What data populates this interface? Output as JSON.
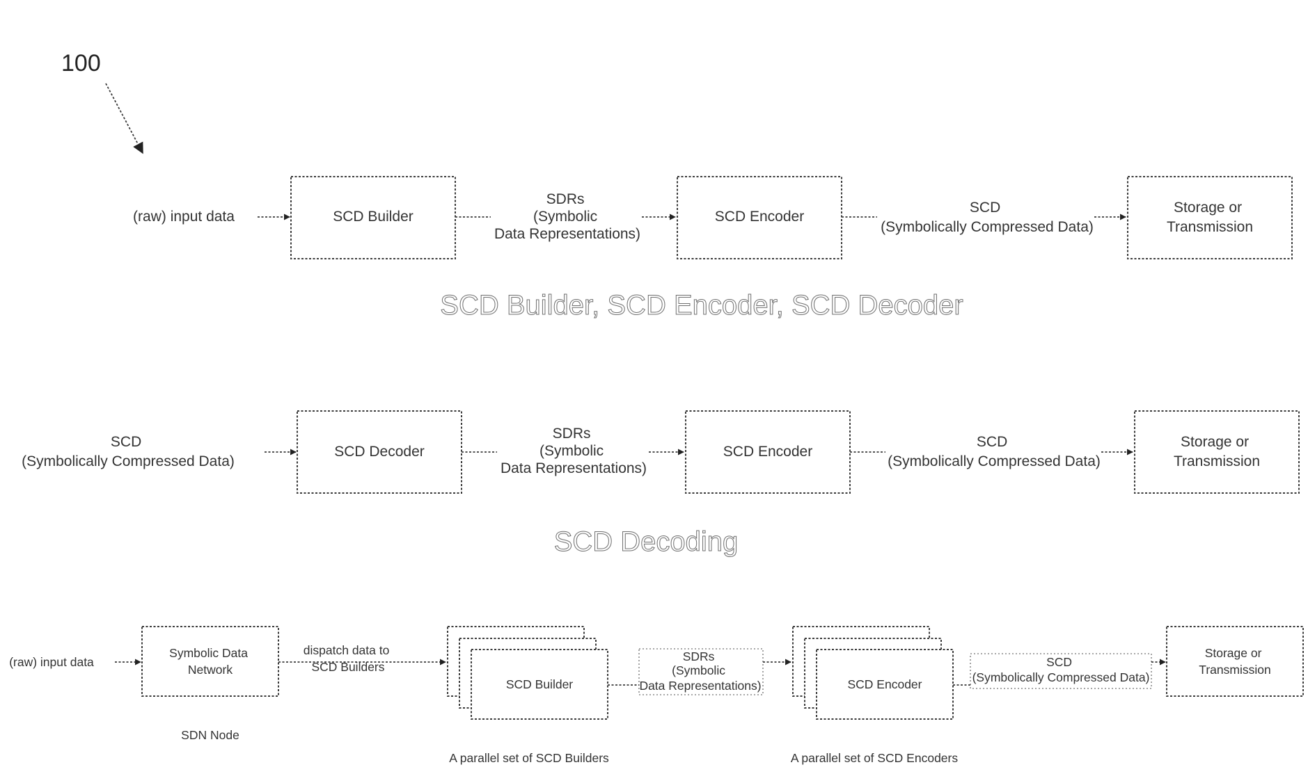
{
  "figure_ref": "100",
  "row1": {
    "input": "(raw) input data",
    "builder": "SCD Builder",
    "sdrs": [
      "SDRs",
      "(Symbolic",
      "Data Representations)"
    ],
    "encoder": "SCD Encoder",
    "scd": [
      "SCD",
      "(Symbolically Compressed Data)"
    ],
    "storage": [
      "Storage or",
      "Transmission"
    ],
    "title": "SCD Builder, SCD Encoder, SCD Decoder"
  },
  "row2": {
    "input": [
      "SCD",
      "(Symbolically Compressed Data)"
    ],
    "decoder": "SCD Decoder",
    "sdrs": [
      "SDRs",
      "(Symbolic",
      "Data Representations)"
    ],
    "encoder": "SCD Encoder",
    "scd": [
      "SCD",
      "(Symbolically Compressed Data)"
    ],
    "storage": [
      "Storage or",
      "Transmission"
    ],
    "title": "SCD Decoding"
  },
  "row3": {
    "input": "(raw) input data",
    "network": [
      "Symbolic Data",
      "Network"
    ],
    "dispatch": [
      "dispatch data to",
      "SCD Builders"
    ],
    "builder": "SCD Builder",
    "sdrs": [
      "SDRs",
      "(Symbolic",
      "Data Representations)"
    ],
    "encoder": "SCD Encoder",
    "scd": [
      "SCD",
      "(Symbolically Compressed Data)"
    ],
    "storage": [
      "Storage or",
      "Transmission"
    ],
    "sdn_caption": "SDN Node",
    "builders_caption": "A parallel set of SCD Builders",
    "encoders_caption": "A parallel set of SCD Encoders"
  }
}
